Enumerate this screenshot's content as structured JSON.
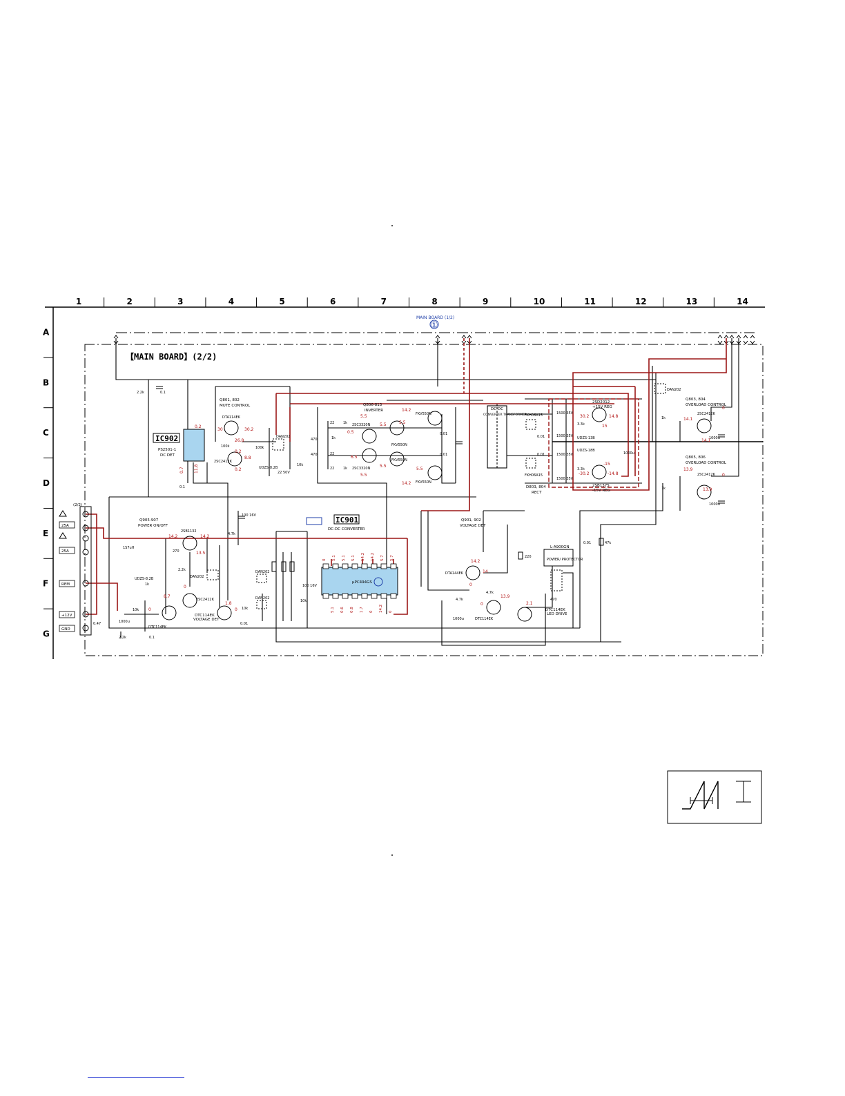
{
  "grid": {
    "columns": [
      "1",
      "2",
      "3",
      "4",
      "5",
      "6",
      "7",
      "8",
      "9",
      "10",
      "11",
      "12",
      "13",
      "14"
    ],
    "rows": [
      "A",
      "B",
      "C",
      "D",
      "E",
      "F",
      "G"
    ]
  },
  "board": {
    "title": "【MAIN BOARD】(2/2)",
    "connector_ref": "MAIN BOARD (1/2)",
    "connector_num": "①"
  },
  "blocks": [
    {
      "id": "ic902",
      "label": "IC902",
      "part": "PS2501-1",
      "func": "DC DET"
    },
    {
      "id": "ic901",
      "label": "IC901",
      "func": "DC-DC CONVERTER",
      "part": "μPC494GS"
    },
    {
      "id": "q801",
      "label": "Q801, 802",
      "func": "MUTE CONTROL"
    },
    {
      "id": "q806",
      "label": "Q806-813",
      "func": "INVERTER"
    },
    {
      "id": "t801",
      "label": "DC-DC",
      "func": "CONVERTER TRANSFORMER"
    },
    {
      "id": "q803",
      "label": "Q803, 804",
      "func": "OVERLOAD CONTROL"
    },
    {
      "id": "q805",
      "label": "Q805, 806",
      "func": "OVERLOAD CONTROL"
    },
    {
      "id": "d803",
      "label": "D803, 804",
      "func": "RECT"
    },
    {
      "id": "q905",
      "label": "Q905-907",
      "func": "POWER ON/OFF"
    },
    {
      "id": "q901",
      "label": "Q901, 902",
      "func": "VOLTAGE DET"
    },
    {
      "id": "q903",
      "label": "DTC114EK",
      "func": "VOLTAGE DET"
    },
    {
      "id": "q904",
      "label": "DTC114EK",
      "func": "LED DRIVE"
    },
    {
      "id": "led",
      "label": "L-A900GN",
      "func": "POWER/ PROTECTOR"
    },
    {
      "id": "q807",
      "label": "2SD2012",
      "func": "+15V REG"
    },
    {
      "id": "q808",
      "label": "2SB1375",
      "func": "-15V REG"
    }
  ],
  "parts": {
    "dta114ek": "DTA114EK",
    "2sc2412k": "2SC2412K",
    "2sc3320n": "2SC3320N",
    "fkv550n": "FKV550N",
    "dan202": "DAN202",
    "udz": "UDZS-8.2B",
    "2sb1132": "2SB1132",
    "dta144ek": "DTA144EK",
    "fkh06a15": "FKH06A15",
    "udz13": "UDZS-13B",
    "udz18": "UDZS-18B",
    "dtc114ek": "DTC114EK",
    "inductor": "1S7uH"
  },
  "connector": {
    "label": "(2/2)",
    "pins": [
      "25A",
      "25A",
      "REM",
      "+12V",
      "GND"
    ]
  },
  "voltages": {
    "q801": [
      "30",
      "30.2",
      "26.8",
      "0.2",
      "0.2",
      "8.8"
    ],
    "ic902": [
      "0.2",
      "0.7",
      "11.8"
    ],
    "q806": [
      "5.5",
      "5.5",
      "5.5",
      "5.5",
      "14.2",
      "14.2",
      "5.5",
      "5.5",
      "0.5",
      "6.5"
    ],
    "q807": [
      "30.2",
      "14.8",
      "15"
    ],
    "q808": [
      "-15",
      "-30.2",
      "-14.8"
    ],
    "q803": [
      "14.1",
      "14.1",
      "0"
    ],
    "q805": [
      "13.9",
      "13.9",
      "0"
    ],
    "q905": [
      "14.2",
      "14.2",
      "13.5",
      "0"
    ],
    "q906": [
      "8.7",
      "0"
    ],
    "q907": [
      "1.8",
      "0"
    ],
    "ic901_top": [
      "0",
      "5.1",
      "5.1",
      "5.1",
      "14.2",
      "14.2",
      "5.7",
      "5.7"
    ],
    "ic901_bot": [
      "5.1",
      "0.6",
      "0.8",
      "1.7",
      "0",
      "14.2",
      "0"
    ],
    "q901": [
      "14.2",
      "14",
      "0"
    ],
    "q902": [
      "0",
      "13.9"
    ],
    "q904": [
      "2.1"
    ]
  },
  "values": {
    "caps": [
      "0.1",
      "2.2k",
      "1000u",
      "0.47",
      "10k",
      "100 16V",
      "0.01",
      "47k",
      "470",
      "220",
      "22 50V",
      "1500 35V",
      "100 16V"
    ],
    "resistors": [
      "10k",
      "22",
      "1k",
      "470",
      "4.7k",
      "270",
      "2.2k",
      "100k",
      "3.3k"
    ]
  },
  "waveform_box": {}
}
